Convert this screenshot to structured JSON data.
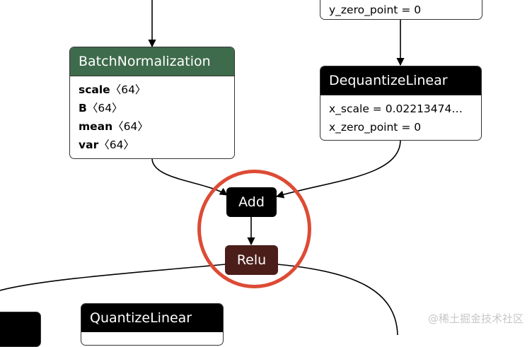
{
  "nodes": {
    "top_right": {
      "attr": "y_zero_point = 0"
    },
    "batchnorm": {
      "title": "BatchNormalization",
      "color": "#3e6b4c",
      "attrs": [
        {
          "name": "scale",
          "value": "〈64〉"
        },
        {
          "name": "B",
          "value": "〈64〉"
        },
        {
          "name": "mean",
          "value": "〈64〉"
        },
        {
          "name": "var",
          "value": "〈64〉"
        }
      ]
    },
    "dequantize": {
      "title": "DequantizeLinear",
      "color": "#000000",
      "attrs": [
        "x_scale = 0.02213474…",
        "x_zero_point = 0"
      ]
    },
    "add": {
      "title": "Add",
      "color": "#000000"
    },
    "relu": {
      "title": "Relu",
      "color": "#4b1e1a"
    },
    "quantize": {
      "title": "QuantizeLinear",
      "color": "#000000"
    }
  },
  "highlight_color": "#dd4b35",
  "watermark": "@稀土掘金技术社区"
}
